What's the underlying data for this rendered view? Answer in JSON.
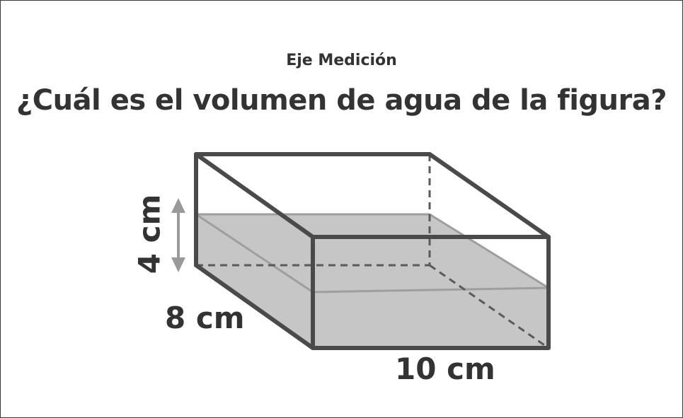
{
  "header": {
    "title": "Eje Medición"
  },
  "question": {
    "text": "¿Cuál es el volumen de agua de la figura?"
  },
  "figure": {
    "height_label": "4 cm",
    "depth_label": "8 cm",
    "width_label": "10 cm",
    "colors": {
      "edge": "#4a4a4a",
      "water": "#c6c6c6",
      "water_edge": "#9e9e9e",
      "arrow": "#9a9a9a",
      "text": "#333333"
    }
  }
}
